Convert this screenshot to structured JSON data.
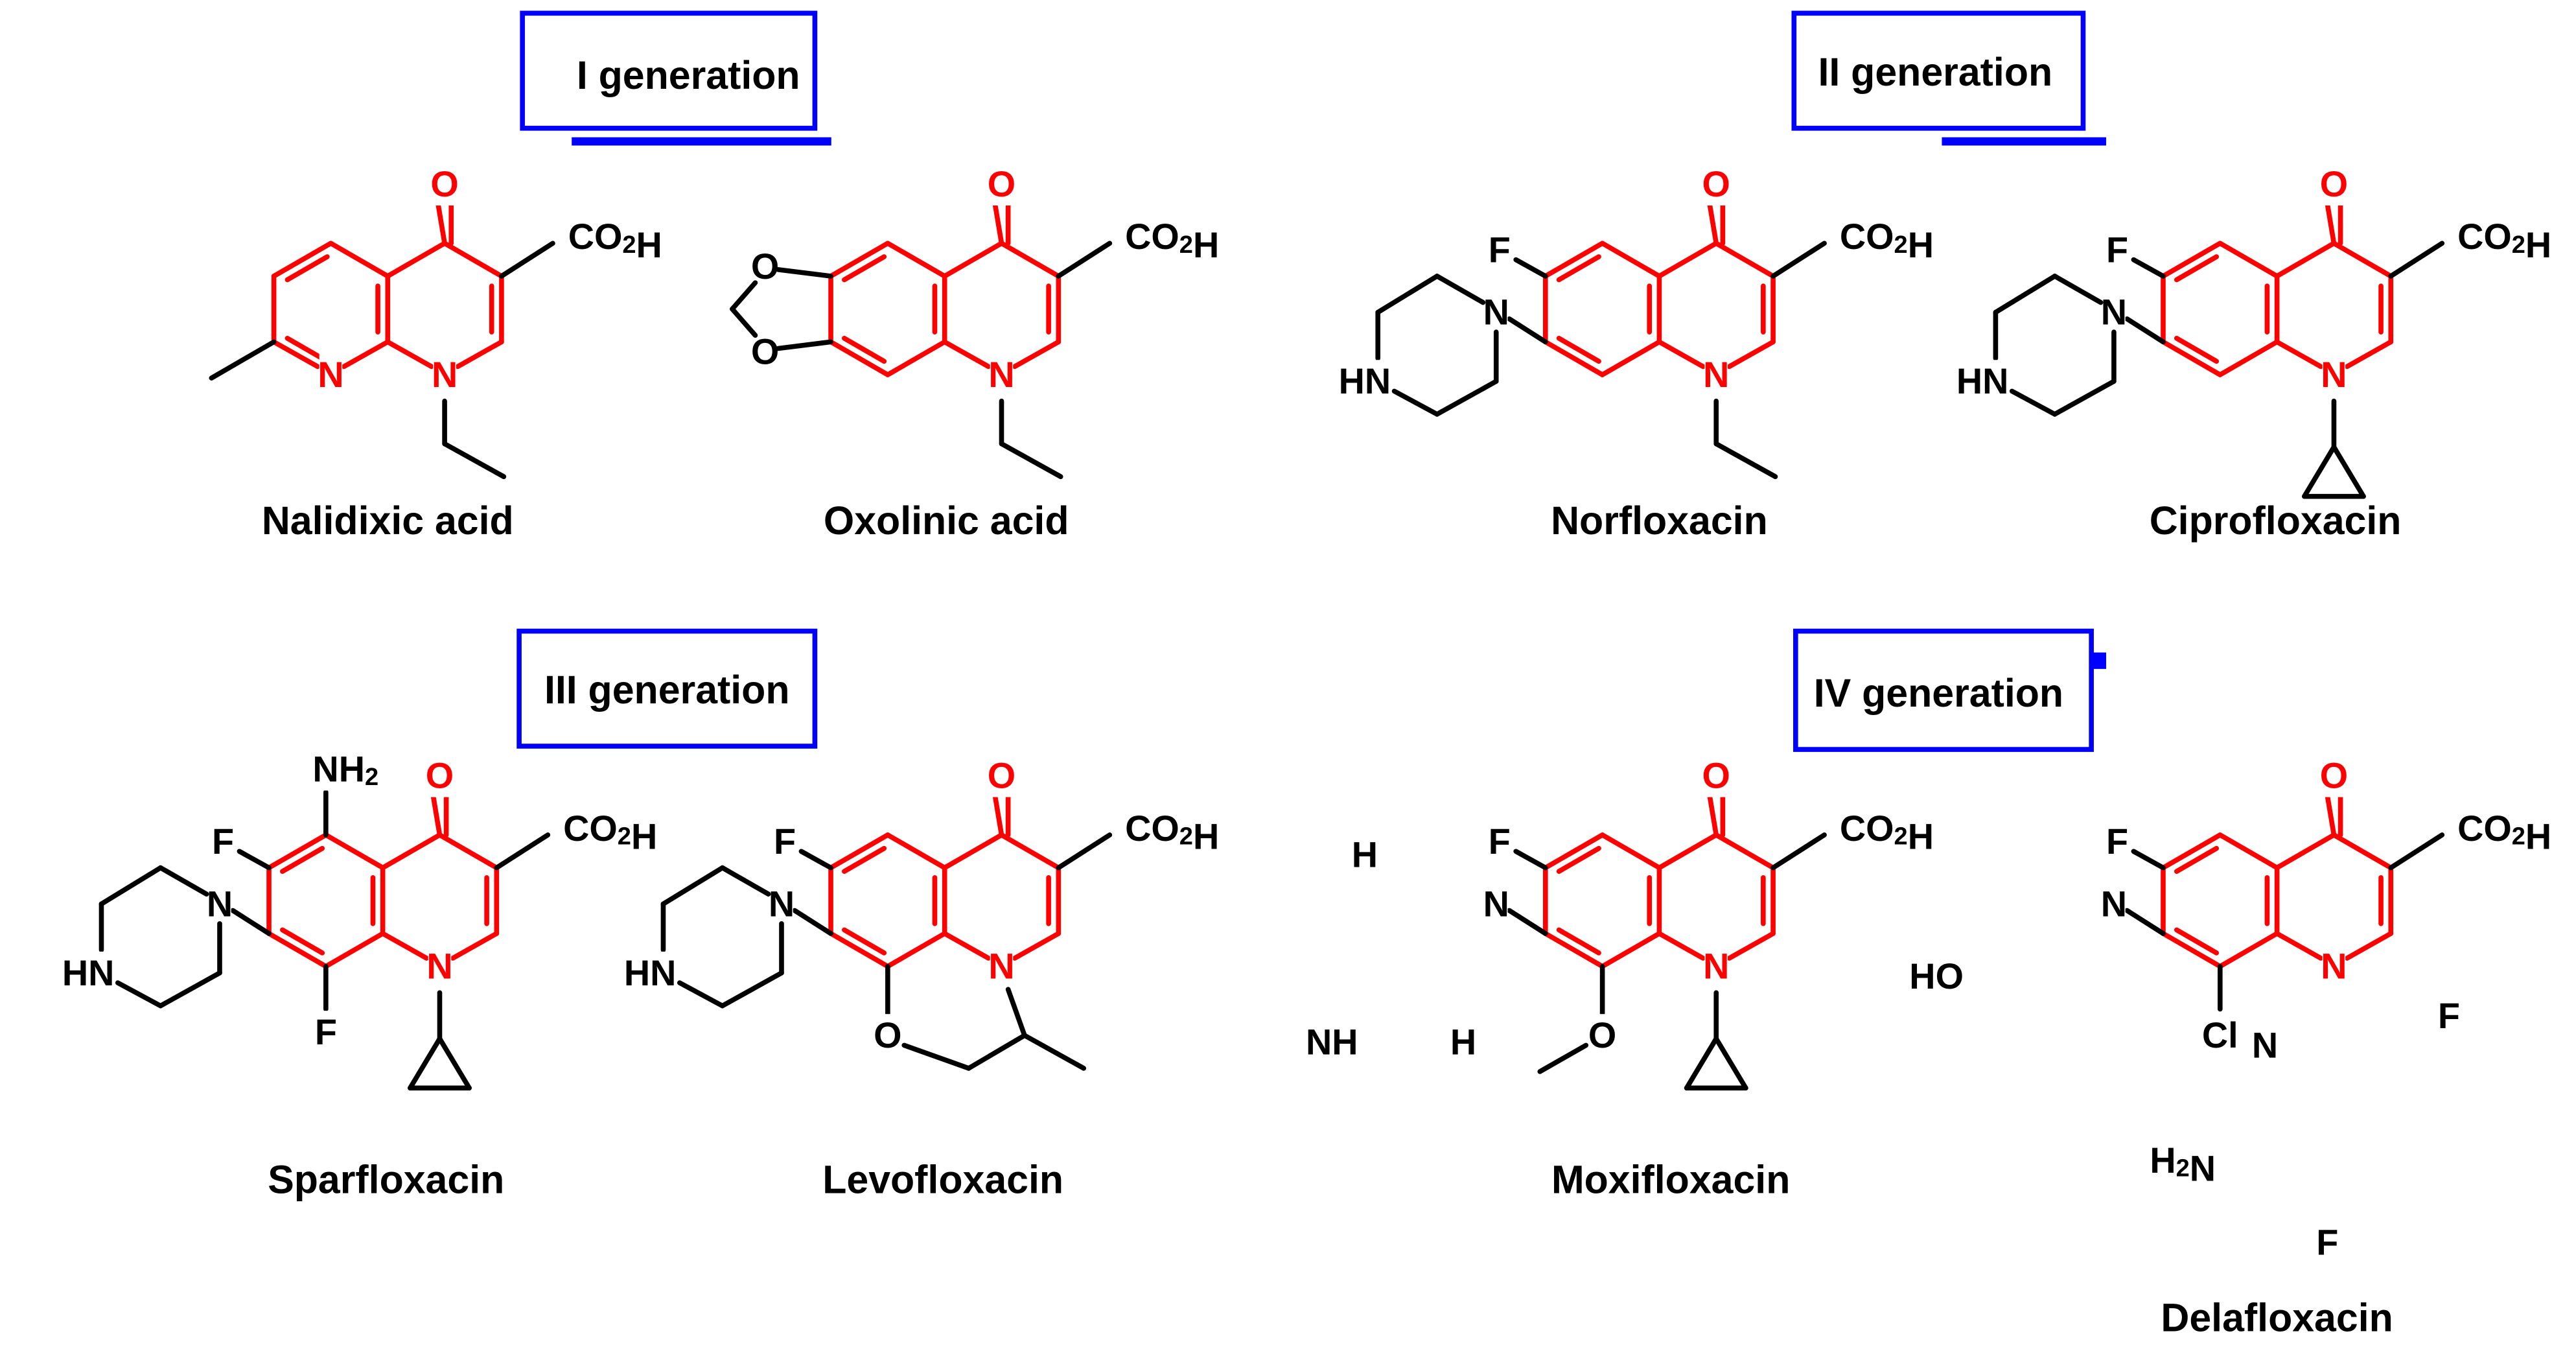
{
  "colors": {
    "core": "#ff0000",
    "bond": "#000000",
    "box": "#0000ff",
    "background": "#ffffff"
  },
  "generations": [
    {
      "label": "I generation"
    },
    {
      "label": "II generation"
    },
    {
      "label": "III generation"
    },
    {
      "label": "IV generation"
    }
  ],
  "compounds": [
    {
      "name": "Nalidixic acid"
    },
    {
      "name": "Oxolinic acid"
    },
    {
      "name": "Norfloxacin"
    },
    {
      "name": "Ciprofloxacin"
    },
    {
      "name": "Sparfloxacin"
    },
    {
      "name": "Levofloxacin"
    },
    {
      "name": "Moxifloxacin"
    },
    {
      "name": "Delafloxacin"
    }
  ],
  "atom_labels": {
    "oxo": "O",
    "ring_n": "N",
    "carboxyl": "CO2H",
    "fluoro": "F",
    "piperazine_nh": "HN",
    "ether_o": "O",
    "amine": "NH2",
    "methylpiperazine_n": "N",
    "nh": "NH",
    "stereo_h": "H",
    "hydroxy": "HO",
    "chloro": "Cl",
    "amino": "H2N"
  }
}
